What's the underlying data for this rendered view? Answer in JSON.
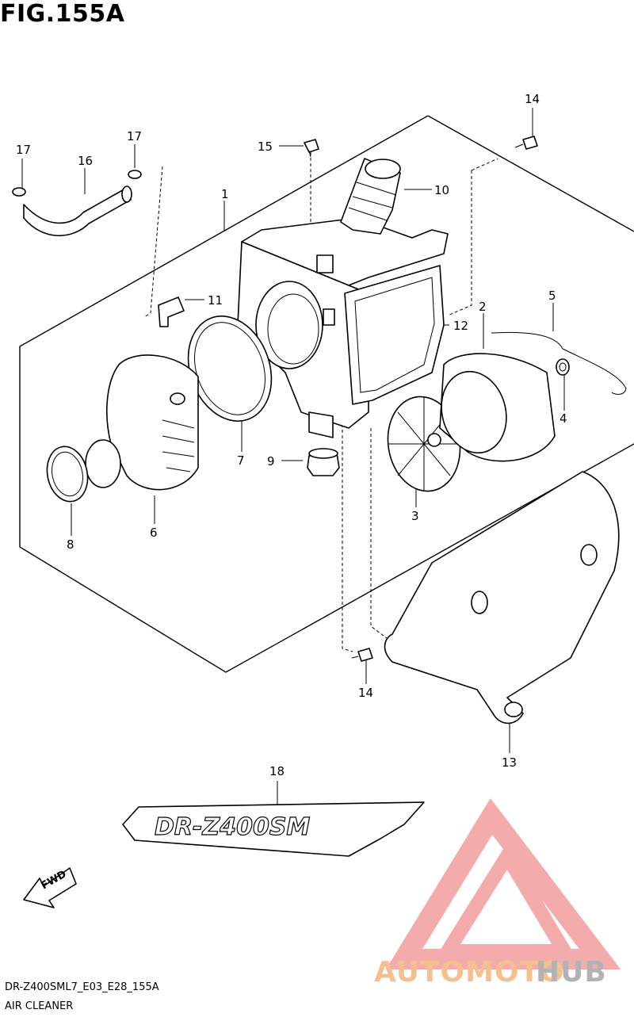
{
  "figure": {
    "title": "FIG.155A",
    "code": "DR-Z400SML7_E03_E28_155A",
    "name": "AIR CLEANER"
  },
  "callouts": [
    {
      "id": "c17a",
      "label": "17"
    },
    {
      "id": "c16",
      "label": "16"
    },
    {
      "id": "c17b",
      "label": "17"
    },
    {
      "id": "c15",
      "label": "15"
    },
    {
      "id": "c1",
      "label": "1"
    },
    {
      "id": "c14a",
      "label": "14"
    },
    {
      "id": "c10",
      "label": "10"
    },
    {
      "id": "c11",
      "label": "11"
    },
    {
      "id": "c2",
      "label": "2"
    },
    {
      "id": "c5",
      "label": "5"
    },
    {
      "id": "c12",
      "label": "12"
    },
    {
      "id": "c4",
      "label": "4"
    },
    {
      "id": "c7",
      "label": "7"
    },
    {
      "id": "c9",
      "label": "9"
    },
    {
      "id": "c3",
      "label": "3"
    },
    {
      "id": "c8",
      "label": "8"
    },
    {
      "id": "c6",
      "label": "6"
    },
    {
      "id": "c14b",
      "label": "14"
    },
    {
      "id": "c13",
      "label": "13"
    },
    {
      "id": "c18",
      "label": "18"
    }
  ],
  "decal_text": "DR-Z400SM",
  "fwd_label": "FWD",
  "watermark": {
    "text_a": "AUTOMOTO",
    "text_b": "HUB",
    "color_a": "#f5c090",
    "color_b": "#b3b3b3",
    "logo_color": "#ef8f8f"
  }
}
